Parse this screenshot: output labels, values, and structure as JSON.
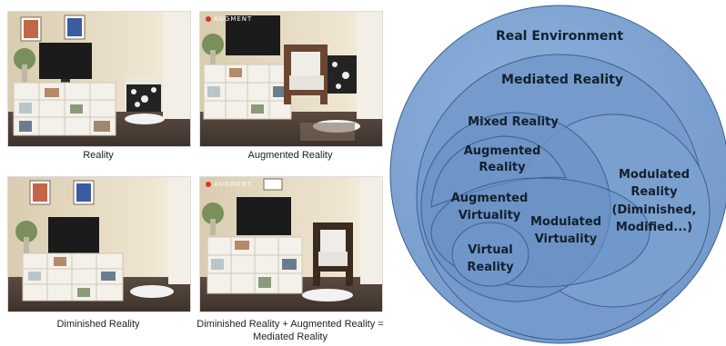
{
  "photos": [
    {
      "caption": "Reality"
    },
    {
      "caption": "Augmented Reality",
      "tag": "AUGMENT"
    },
    {
      "caption": "Diminished Reality"
    },
    {
      "caption": "Diminished Reality + Augmented Reality =",
      "caption2": "Mediated Reality",
      "tag": "AUGMENT"
    }
  ],
  "venn": {
    "real_environment": "Real Environment",
    "mediated_reality": "Mediated Reality",
    "mixed_reality": "Mixed Reality",
    "augmented_reality": [
      "Augmented",
      "Reality"
    ],
    "augmented_virtuality": [
      "Augmented",
      "Virtuality"
    ],
    "virtual_reality": [
      "Virtual",
      "Reality"
    ],
    "modulated_virtuality": [
      "Modulated",
      "Virtuality"
    ],
    "modulated_reality": [
      "Modulated",
      "Reality",
      "(Diminished,",
      "Modified...)"
    ]
  }
}
